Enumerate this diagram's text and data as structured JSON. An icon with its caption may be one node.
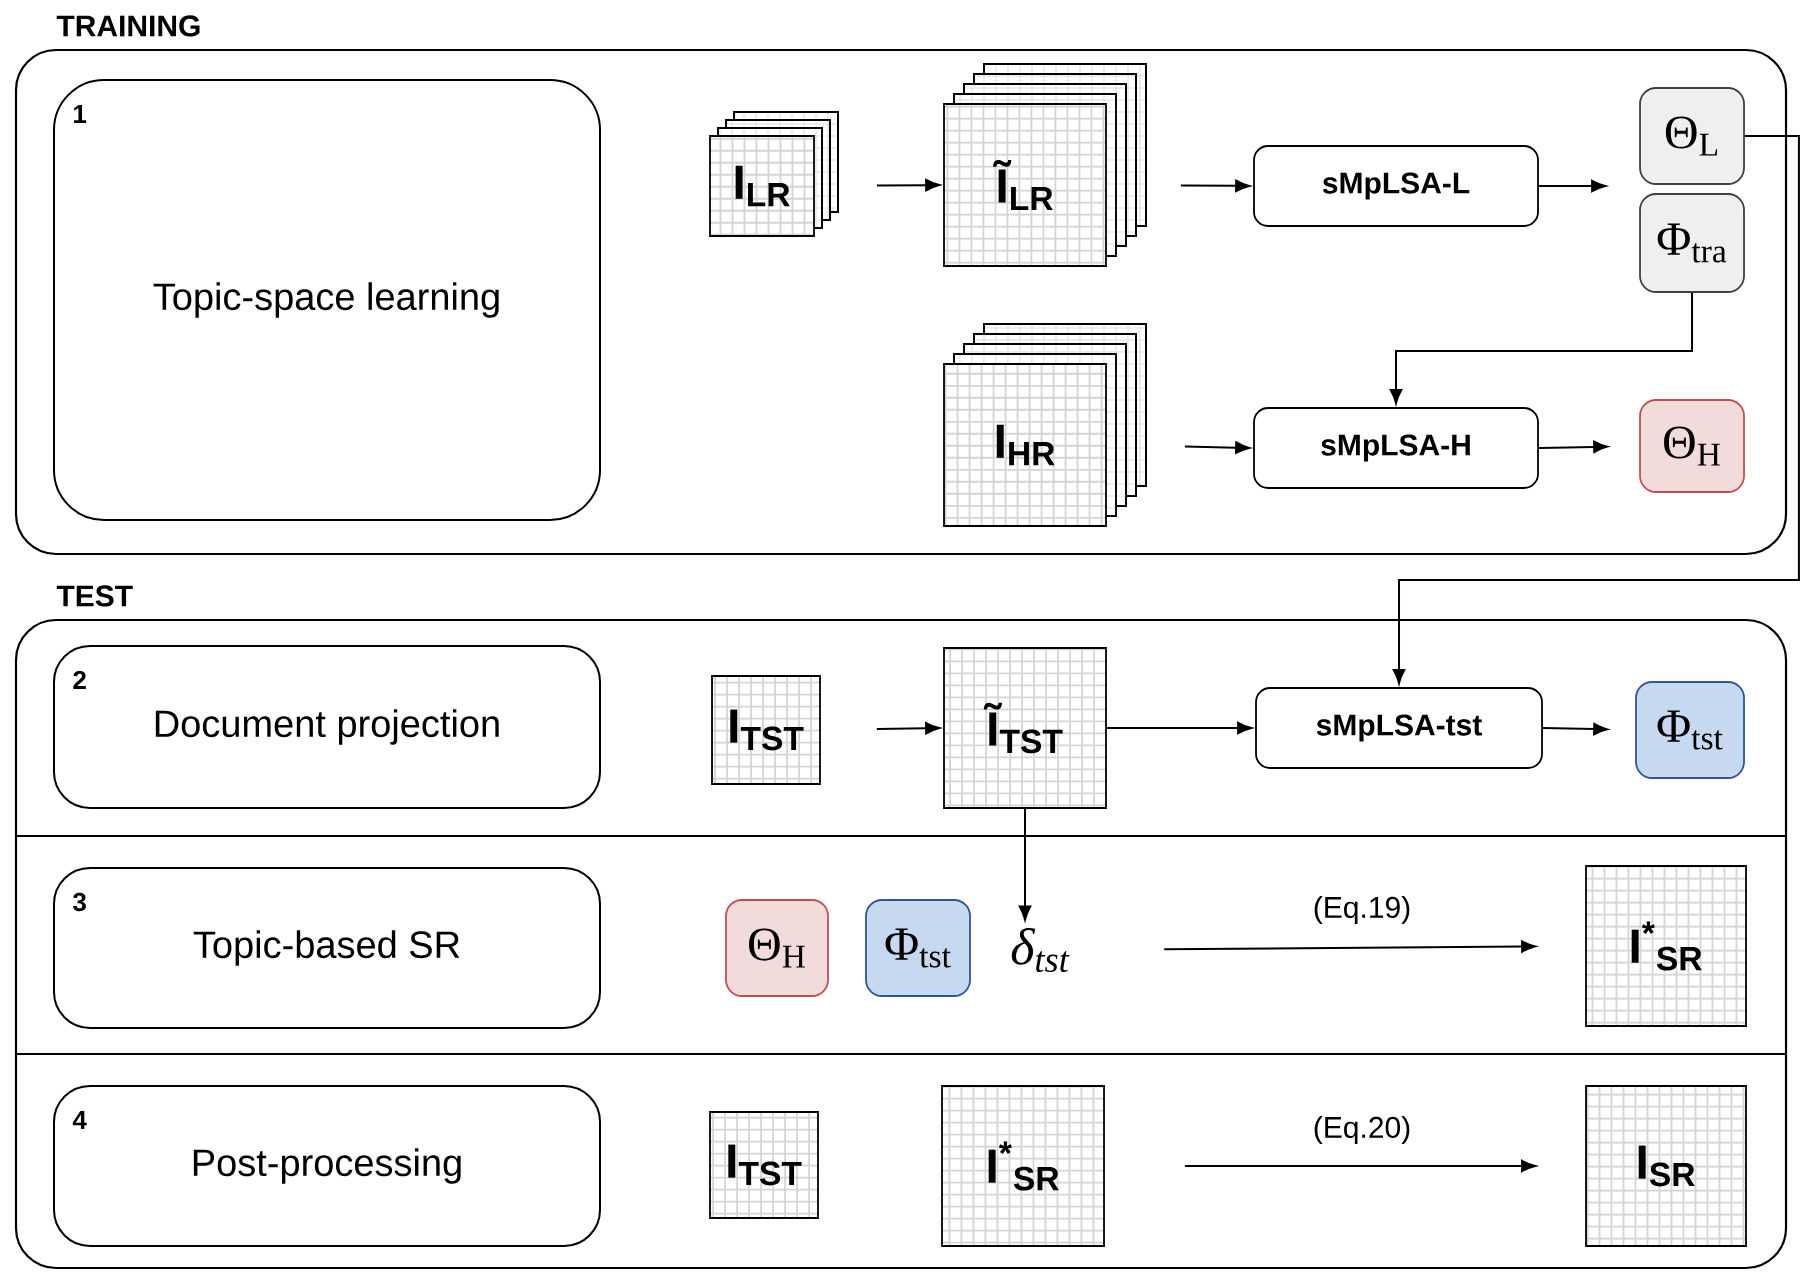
{
  "diagram": {
    "nodes": [
      {
        "text": [
          "TRAINING"
        ]
      },
      {
        "text": [
          "1",
          "Topic-space learning"
        ],
        "in": 0
      },
      {
        "text": [
          "I$_{LR}$"
        ],
        "in": 0
      },
      {
        "text": [
          "Ĩ$_{LR}$"
        ],
        "in": 0
      },
      {
        "text": [
          "sMpLSA-L"
        ],
        "in": 0
      },
      {
        "text": [
          "Θ$_{L}$"
        ],
        "in": 0
      },
      {
        "text": [
          "Φ$_{tra}$"
        ],
        "in": 0
      },
      {
        "text": [
          "I$_{HR}$"
        ],
        "in": 0
      },
      {
        "text": [
          "sMpLSA-H"
        ],
        "in": 0
      },
      {
        "text": [
          "Θ$_{H}$"
        ],
        "in": 0
      },
      {
        "text": [
          "TEST"
        ]
      },
      {
        "text": [
          "2",
          "Document projection"
        ],
        "in": 10
      },
      {
        "text": [
          "I$_{TST}$"
        ],
        "in": 10
      },
      {
        "text": [
          "Ĩ$_{TST}$"
        ],
        "in": 10
      },
      {
        "text": [
          "sMpLSA-tst"
        ],
        "in": 10
      },
      {
        "text": [
          "Φ$_{tst}$"
        ],
        "in": 10
      },
      {
        "text": [
          "3",
          "Topic-based SR"
        ],
        "in": 10
      },
      {
        "text": [
          "Θ$_{H}$"
        ],
        "in": 10
      },
      {
        "text": [
          "Φ$_{tst}$"
        ],
        "in": 10
      },
      {
        "text": [
          "δ$_{tst}$"
        ],
        "in": 10
      },
      {
        "text": [
          "I$^{*}$$_{SR}$"
        ],
        "in": 10
      },
      {
        "text": [
          "4",
          "Post-processing"
        ],
        "in": 10
      },
      {
        "text": [
          "I$_{TST}$"
        ],
        "in": 10
      },
      {
        "text": [
          "I$^{*}$$_{SR}$"
        ],
        "in": 10
      },
      {
        "text": [
          "I$_{SR}$"
        ],
        "in": 10
      }
    ],
    "edges": [
      {
        "from": 2,
        "to": 3,
        "arrow": "to"
      },
      {
        "from": 3,
        "to": 4,
        "arrow": "to"
      },
      {
        "from": 4,
        "to": 5,
        "arrow": "to"
      },
      {
        "from": 6,
        "to": 8,
        "arrow": "to"
      },
      {
        "from": 7,
        "to": 8,
        "arrow": "to"
      },
      {
        "from": 8,
        "to": 9,
        "arrow": "to"
      },
      {
        "from": 5,
        "to": 14,
        "arrow": "to"
      },
      {
        "from": 12,
        "to": 13,
        "arrow": "to"
      },
      {
        "from": 13,
        "to": 14,
        "arrow": "to"
      },
      {
        "from": 14,
        "to": 15,
        "arrow": "to"
      },
      {
        "from": 13,
        "to": 19,
        "arrow": "to"
      },
      {
        "from": 19,
        "to": 20,
        "arrow": "to",
        "label": "(Eq.19)"
      },
      {
        "from": 23,
        "to": 24,
        "arrow": "to",
        "label": "(Eq.20)"
      }
    ]
  }
}
